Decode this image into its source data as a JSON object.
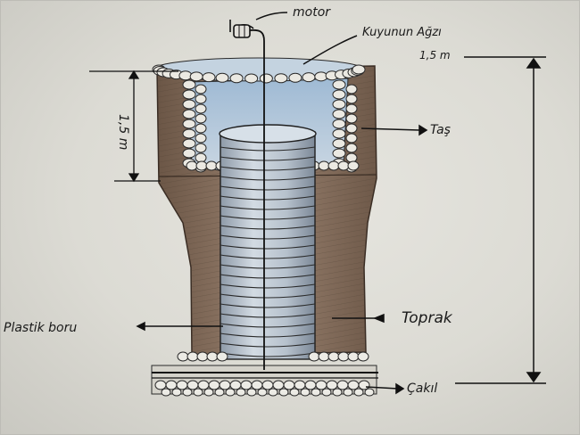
{
  "labels": {
    "motor": "motor",
    "kuyu_agzi": "Kuyunun Ağzı",
    "kuyu_agzi_size": "1,5 m",
    "tas": "Taş",
    "toprak": "Toprak",
    "plastik_boru": "Plastik boru",
    "cakil": "Çakıl",
    "depth_left": "1,5 m"
  },
  "colors": {
    "paper": "#dcdbd4",
    "soil": "#8b7360",
    "soil_dark": "#5e4a3b",
    "water": "#a9c3d9",
    "pipe": "#c2ccd6",
    "stone": "#e8e6e0",
    "ink": "#1a1a1a"
  }
}
